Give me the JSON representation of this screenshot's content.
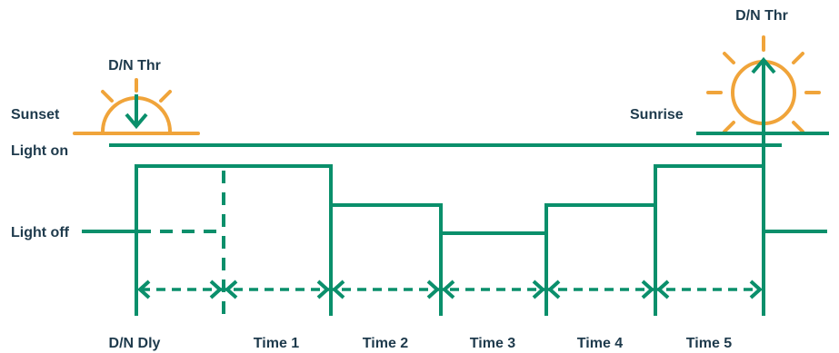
{
  "colors": {
    "green": "#0a8f6b",
    "orange": "#f0a43a",
    "label": "#1e3a4c"
  },
  "labels": {
    "dn_thr_left": "D/N Thr",
    "dn_thr_right": "D/N Thr",
    "sunset": "Sunset",
    "sunrise": "Sunrise",
    "light_on": "Light on",
    "light_off": "Light off"
  },
  "intervals": [
    "D/N Dly",
    "Time 1",
    "Time 2",
    "Time 3",
    "Time 4",
    "Time 5"
  ],
  "icons": [
    "sunset-icon",
    "sunrise-icon",
    "down-arrow-icon",
    "up-arrow-icon"
  ]
}
